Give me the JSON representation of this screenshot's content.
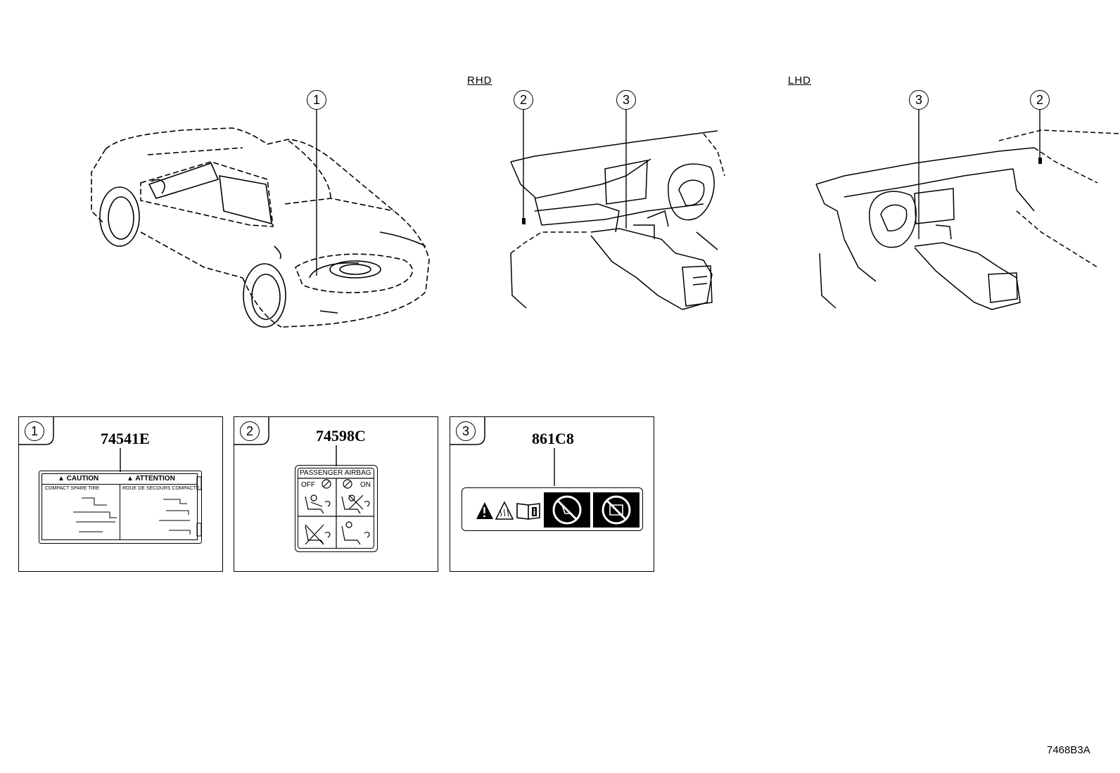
{
  "labels": {
    "rhd": "RHD",
    "lhd": "LHD"
  },
  "callouts": {
    "c1": "1",
    "c2": "2",
    "c3": "3"
  },
  "parts": [
    {
      "index": "1",
      "part_number": "74541E",
      "sticker": {
        "left_heading": "CAUTION",
        "right_heading": "ATTENTION",
        "left_sub": "COMPACT SPARE TIRE",
        "right_sub": "ROUE DE SECOURS COMPACTE"
      }
    },
    {
      "index": "2",
      "part_number": "74598C",
      "sticker": {
        "heading": "PASSENGER AIRBAG",
        "off": "OFF",
        "on": "ON"
      }
    },
    {
      "index": "3",
      "part_number": "861C8"
    }
  ],
  "diagram_code": "7468B3A"
}
